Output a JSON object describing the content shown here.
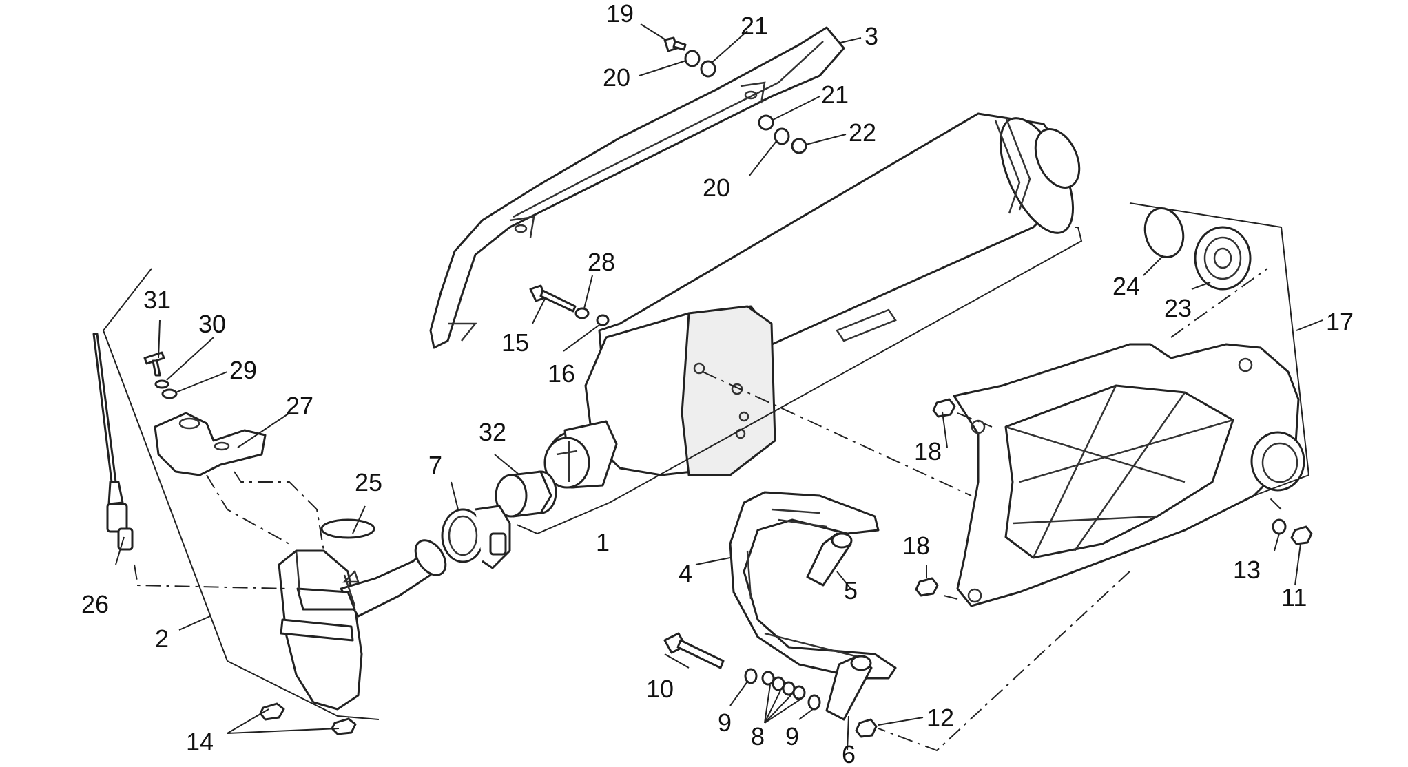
{
  "callouts": {
    "c1": "1",
    "c2": "2",
    "c3": "3",
    "c4": "4",
    "c5": "5",
    "c6": "6",
    "c7": "7",
    "c8": "8",
    "c9a": "9",
    "c9b": "9",
    "c10": "10",
    "c11": "11",
    "c12": "12",
    "c13": "13",
    "c14": "14",
    "c15": "15",
    "c16": "16",
    "c17": "17",
    "c18a": "18",
    "c18b": "18",
    "c19": "19",
    "c20a": "20",
    "c20b": "20",
    "c21a": "21",
    "c21b": "21",
    "c22": "22",
    "c23": "23",
    "c24": "24",
    "c25": "25",
    "c26": "26",
    "c27": "27",
    "c28": "28",
    "c29": "29",
    "c30": "30",
    "c31": "31",
    "c32": "32"
  }
}
